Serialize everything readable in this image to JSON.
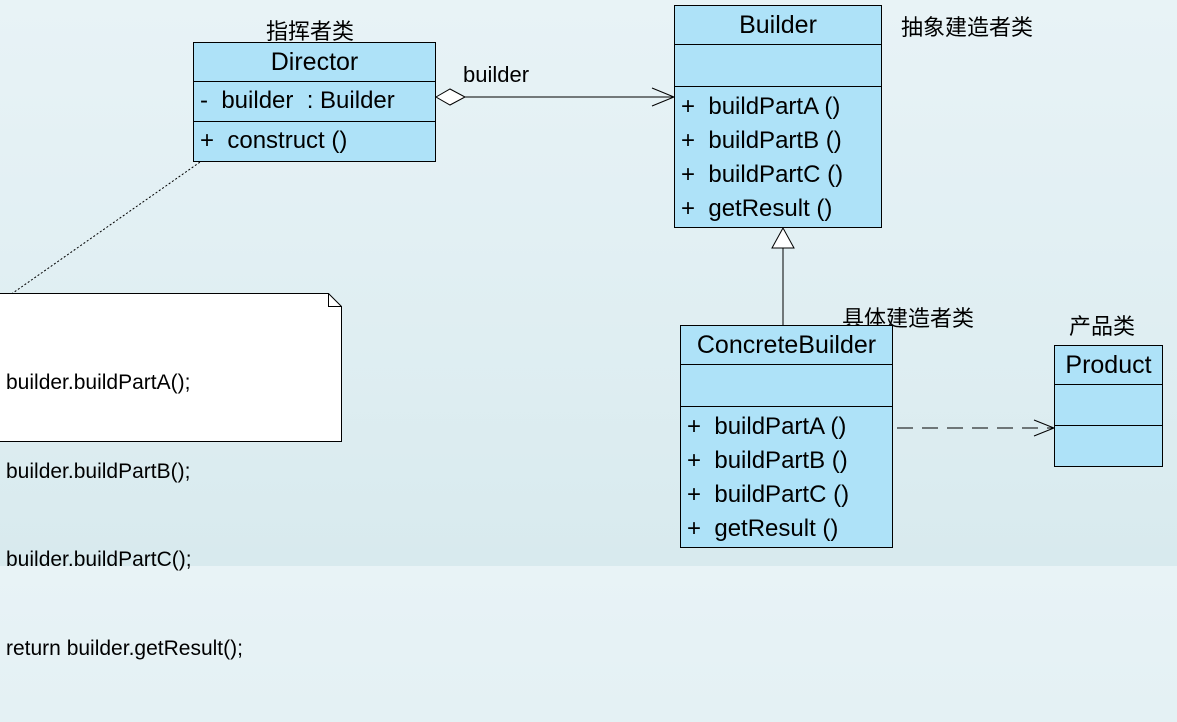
{
  "director": {
    "stereotype": "指挥者类",
    "name": "Director",
    "attributes": [
      "-  builder  : Builder"
    ],
    "operations": [
      "+  construct ()"
    ]
  },
  "builder": {
    "stereotype": "抽象建造者类",
    "name": "Builder",
    "operations": [
      "+  buildPartA ()",
      "+  buildPartB ()",
      "+  buildPartC ()",
      "+  getResult ()"
    ]
  },
  "concrete_builder": {
    "stereotype": "具体建造者类",
    "name": "ConcreteBuilder",
    "operations": [
      "+  buildPartA ()",
      "+  buildPartB ()",
      "+  buildPartC ()",
      "+  getResult ()"
    ]
  },
  "product": {
    "stereotype": "产品类",
    "name": "Product"
  },
  "association": {
    "role_label": "builder"
  },
  "note": {
    "lines": [
      "builder.buildPartA();",
      "builder.buildPartB();",
      "builder.buildPartC();",
      "return builder.getResult();"
    ]
  }
}
